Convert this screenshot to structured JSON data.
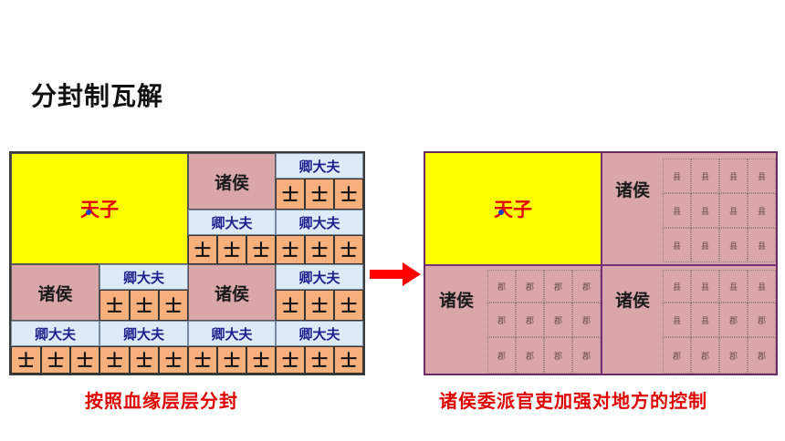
{
  "title": "分封制瓦解",
  "left": {
    "tianzi": "天子",
    "zhuhou": "诸侯",
    "qingdafu": "卿大夫",
    "shi": "士",
    "caption": "按照血缘层层分封"
  },
  "right": {
    "tianzi": "天子",
    "zhuhou": "诸侯",
    "xian": "县",
    "jun": "郡",
    "caption": "诸侯委派官吏加强对地方的控制"
  },
  "colors": {
    "tianzi_bg": "#ffff00",
    "zhuhou_bg": "#d9a7a9",
    "qingdafu_bg": "#dcebf7",
    "shi_bg": "#f7b07c",
    "caption": "#e00000",
    "arrow": "#ff0000"
  },
  "icons": {
    "arrow": "right-arrow-icon"
  }
}
